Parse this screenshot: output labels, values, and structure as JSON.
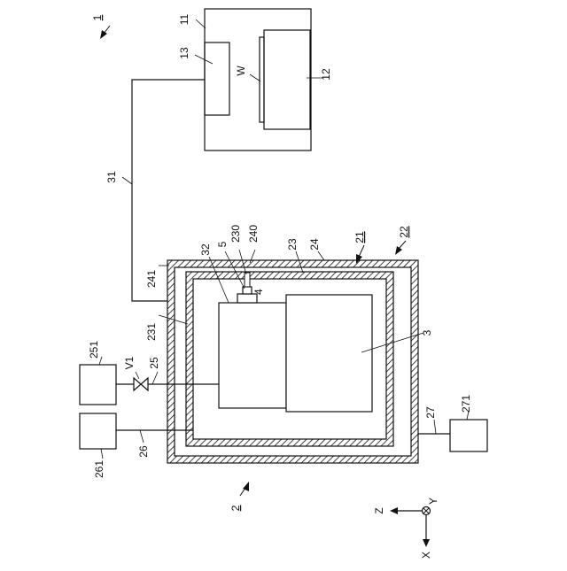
{
  "labels": {
    "fig_ref_1": "1",
    "l11": "11",
    "l12": "12",
    "l13": "13",
    "lW": "W",
    "l31": "31",
    "l22": "22",
    "l21": "21",
    "l23": "23",
    "l24": "24",
    "l240": "240",
    "l230": "230",
    "l5": "5",
    "l32": "32",
    "l4": "4",
    "l241": "241",
    "l231": "231",
    "l3": "3",
    "l251": "251",
    "lV1": "V1",
    "l25": "25",
    "l261": "261",
    "l26": "26",
    "l271": "271",
    "l27": "27",
    "fig_ref_2": "2"
  },
  "axes": {
    "z": "Z",
    "y": "Y",
    "x": "X"
  }
}
